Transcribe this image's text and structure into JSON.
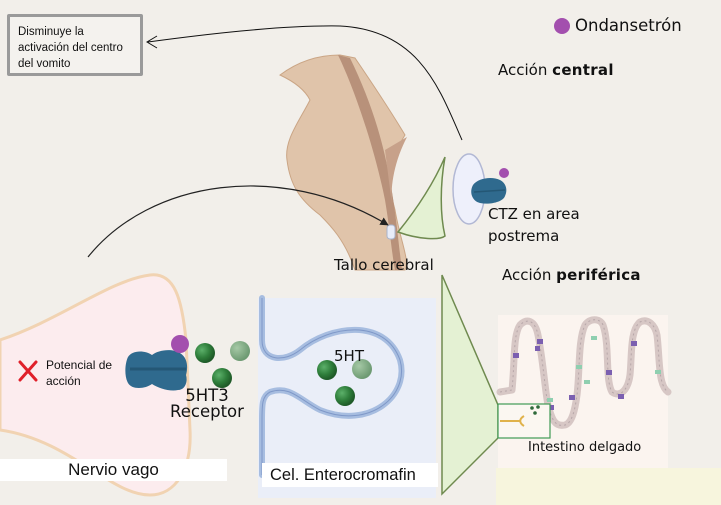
{
  "note": {
    "lines": [
      "Disminuye la",
      "activación del centro",
      "del vomito"
    ]
  },
  "legend": {
    "label": "Ondansetrón",
    "color": "#a34fae"
  },
  "central": {
    "prefix": "Acción ",
    "emphasis": "central"
  },
  "peripheral": {
    "prefix": "Acción ",
    "emphasis": "periférica"
  },
  "ctz": {
    "lines": [
      "CTZ en area",
      "postrema"
    ]
  },
  "brainstem": {
    "label": "Tallo cerebral"
  },
  "action_potential": {
    "lines": [
      "Potencial de",
      "acción"
    ],
    "mark": "✕"
  },
  "receptor": {
    "lines": [
      "5HT3",
      "Receptor"
    ]
  },
  "serotonin": {
    "label": "5HT",
    "color": "#2e7d3a"
  },
  "vagus": {
    "label": "Nervio vago"
  },
  "enterochromaffin": {
    "label": "Cel. Enterocromafin"
  },
  "intestine": {
    "label": "Intestino delgado"
  },
  "colors": {
    "receptor": "#2f6a8e",
    "nerve_fill": "#fcecee",
    "nerve_outline": "#f1d3b2",
    "cell_fill": "#eaeef8",
    "membrane": "#a7bde0",
    "brain": "#e0c4aa",
    "cone_fill": "#e4f1d3",
    "cone_stroke": "#6f8a4f"
  }
}
